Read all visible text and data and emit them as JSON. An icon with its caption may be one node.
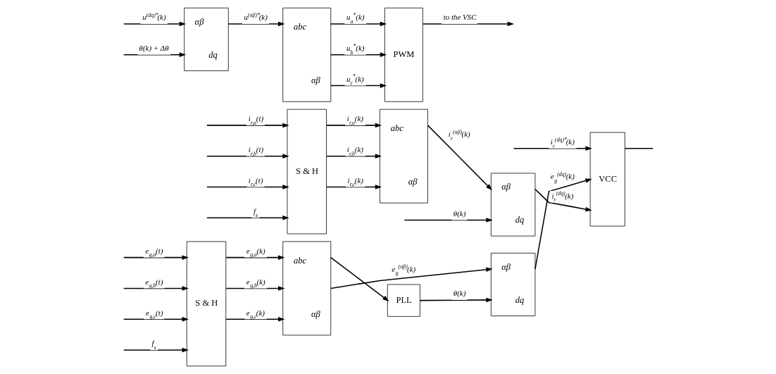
{
  "diagram": {
    "nodes": [
      {
        "text": [
          "S & H"
        ]
      },
      {
        "text": [
          "abc",
          "αβ"
        ]
      },
      {
        "text": [
          "PLL"
        ]
      },
      {
        "text": [
          "αβ",
          "dq"
        ]
      },
      {
        "text": [
          "VCC"
        ]
      },
      {
        "text": [
          "S & H"
        ]
      },
      {
        "text": [
          "abc",
          "αβ"
        ]
      },
      {
        "text": [
          "αβ",
          "dq"
        ]
      },
      {
        "text": [
          "PWM"
        ]
      },
      {
        "text": [
          "abc",
          "αβ"
        ]
      },
      {
        "text": [
          "αβ",
          "dq"
        ]
      }
    ],
    "edges": [
      {
        "from": null,
        "to": 0,
        "arrow": "to",
        "label": "e$_{g,a}$(t)"
      },
      {
        "from": null,
        "to": 0,
        "arrow": "to",
        "label": "e$_{g,b}$(t)"
      },
      {
        "from": null,
        "to": 0,
        "arrow": "to",
        "label": "e$_{g,c}$(t)"
      },
      {
        "from": null,
        "to": 0,
        "arrow": "to",
        "label": "f$_{s}$"
      },
      {
        "from": 0,
        "to": 1,
        "arrow": "to",
        "label": "e$_{g,a}$(k)"
      },
      {
        "from": 0,
        "to": 1,
        "arrow": "to",
        "label": "e$_{g,b}$(k)"
      },
      {
        "from": 0,
        "to": 1,
        "arrow": "to",
        "label": "e$_{g,c}$(k)"
      },
      {
        "from": 1,
        "to": 2,
        "arrow": "to"
      },
      {
        "from": 1,
        "to": 3,
        "arrow": "to",
        "label": "e$_{g}$$^{(αβ)}$(k)"
      },
      {
        "from": 2,
        "to": 3,
        "arrow": "to",
        "label": "θ(k)"
      },
      {
        "from": null,
        "to": 4,
        "arrow": "to",
        "label": "i$_{r}$$^{(dq)*}$(k)"
      },
      {
        "from": 3,
        "to": 4,
        "arrow": "to",
        "label": "e$_{g}$$^{(dq)}$(k)"
      },
      {
        "from": 4,
        "to": null,
        "arrow": "none"
      },
      {
        "from": null,
        "to": 5,
        "arrow": "to",
        "label": "i$_{r,a}$(t)"
      },
      {
        "from": null,
        "to": 5,
        "arrow": "to",
        "label": "i$_{r,b}$(t)"
      },
      {
        "from": null,
        "to": 5,
        "arrow": "to",
        "label": "i$_{r,c}$(t)"
      },
      {
        "from": null,
        "to": 5,
        "arrow": "to",
        "label": "f$_{s}$"
      },
      {
        "from": 5,
        "to": 6,
        "arrow": "to",
        "label": "i$_{r,a}$(k)"
      },
      {
        "from": 5,
        "to": 6,
        "arrow": "to",
        "label": "i$_{r,b}$(k)"
      },
      {
        "from": 5,
        "to": 6,
        "arrow": "to",
        "label": "i$_{r,c}$(k)"
      },
      {
        "from": 6,
        "to": 7,
        "arrow": "to",
        "label": "i$_{r}$$^{(αβ)}$(k)"
      },
      {
        "from": null,
        "to": 7,
        "arrow": "to",
        "label": "θ(k)"
      },
      {
        "from": 7,
        "to": 4,
        "arrow": "to",
        "label": "i$_{r}$$^{(dq)}$(k)"
      },
      {
        "from": null,
        "to": 10,
        "arrow": "to",
        "label": "u$^{(dq)*}$(k)"
      },
      {
        "from": null,
        "to": 10,
        "arrow": "to",
        "label": "θ(k) + Δθ"
      },
      {
        "from": 10,
        "to": 9,
        "arrow": "to",
        "label": "u$^{(αβ)*}$(k)"
      },
      {
        "from": 9,
        "to": 8,
        "arrow": "to",
        "label": "u$_{a}$$^{*}$(k)"
      },
      {
        "from": 9,
        "to": 8,
        "arrow": "to",
        "label": "u$_{b}$$^{*}$(k)"
      },
      {
        "from": 9,
        "to": 8,
        "arrow": "to",
        "label": "u$_{c}$$^{*}$(k)"
      },
      {
        "from": 8,
        "to": null,
        "arrow": "to",
        "label": "to the VSC"
      }
    ]
  }
}
